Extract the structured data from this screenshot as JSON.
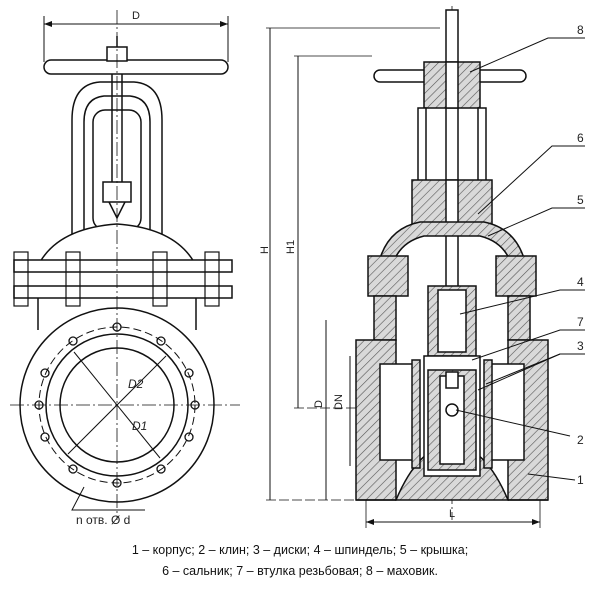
{
  "front_view": {
    "dim_top": "D",
    "dim_flange_inner": "D2",
    "dim_flange_outer": "D1",
    "holes_note": "n отв. Ø d"
  },
  "section_view": {
    "dim_H": "H",
    "dim_H1": "H1",
    "dim_D": "D",
    "dim_DN": "DN",
    "dim_L": "L",
    "callouts": [
      "8",
      "6",
      "5",
      "4",
      "7",
      "3",
      "2",
      "1"
    ]
  },
  "legend": {
    "line1": "1 – корпус; 2 – клин; 3 – диски; 4 – шпиндель; 5 – крышка;",
    "line2": "6 – сальник; 7 – втулка резьбовая; 8 – маховик."
  }
}
